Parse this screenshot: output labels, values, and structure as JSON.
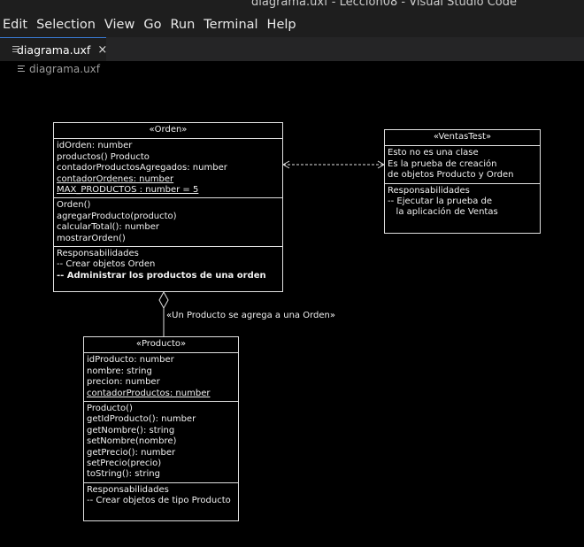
{
  "window": {
    "title": "diagrama.uxf - Leccion08 - Visual Studio Code"
  },
  "menu": [
    "Edit",
    "Selection",
    "View",
    "Go",
    "Run",
    "Terminal",
    "Help"
  ],
  "tab": {
    "label": "diagrama.uxf",
    "close": "×"
  },
  "breadcrumb": "diagrama.uxf",
  "diagram": {
    "orden": {
      "stereotype": "«Orden»",
      "attributes": [
        "idOrden: number",
        "productos() Producto",
        "contadorProductosAgregados: number",
        "contadorOrdenes: number",
        "MAX_PRODUCTOS : number = 5"
      ],
      "methods": [
        "Orden()",
        "agregarProducto(producto)",
        "calcularTotal(): number",
        "mostrarOrden()"
      ],
      "responsibilities": [
        "Responsabilidades",
        "-- Crear objetos Orden",
        "-- Administrar los productos de una orden"
      ]
    },
    "ventas_test": {
      "stereotype": "«VentasTest»",
      "note": [
        "Esto no es una clase",
        "Es la prueba de creación",
        "de objetos Producto y Orden"
      ],
      "responsibilities": [
        "Responsabilidades",
        "-- Ejecutar la prueba de",
        "   la aplicación de Ventas"
      ]
    },
    "producto": {
      "stereotype": "«Producto»",
      "attributes": [
        "idProducto: number",
        "nombre: string",
        "precion: number",
        "contadorProductos: number"
      ],
      "methods": [
        "Producto()",
        "getIdProducto(): number",
        "getNombre(): string",
        "setNombre(nombre)",
        "getPrecio(): number",
        "setPrecio(precio)",
        "toString(): string"
      ],
      "responsibilities": [
        "Responsabilidades",
        "-- Crear objetos de tipo Producto"
      ]
    },
    "aggregation_label": "«Un Producto se agrega a una Orden»"
  }
}
